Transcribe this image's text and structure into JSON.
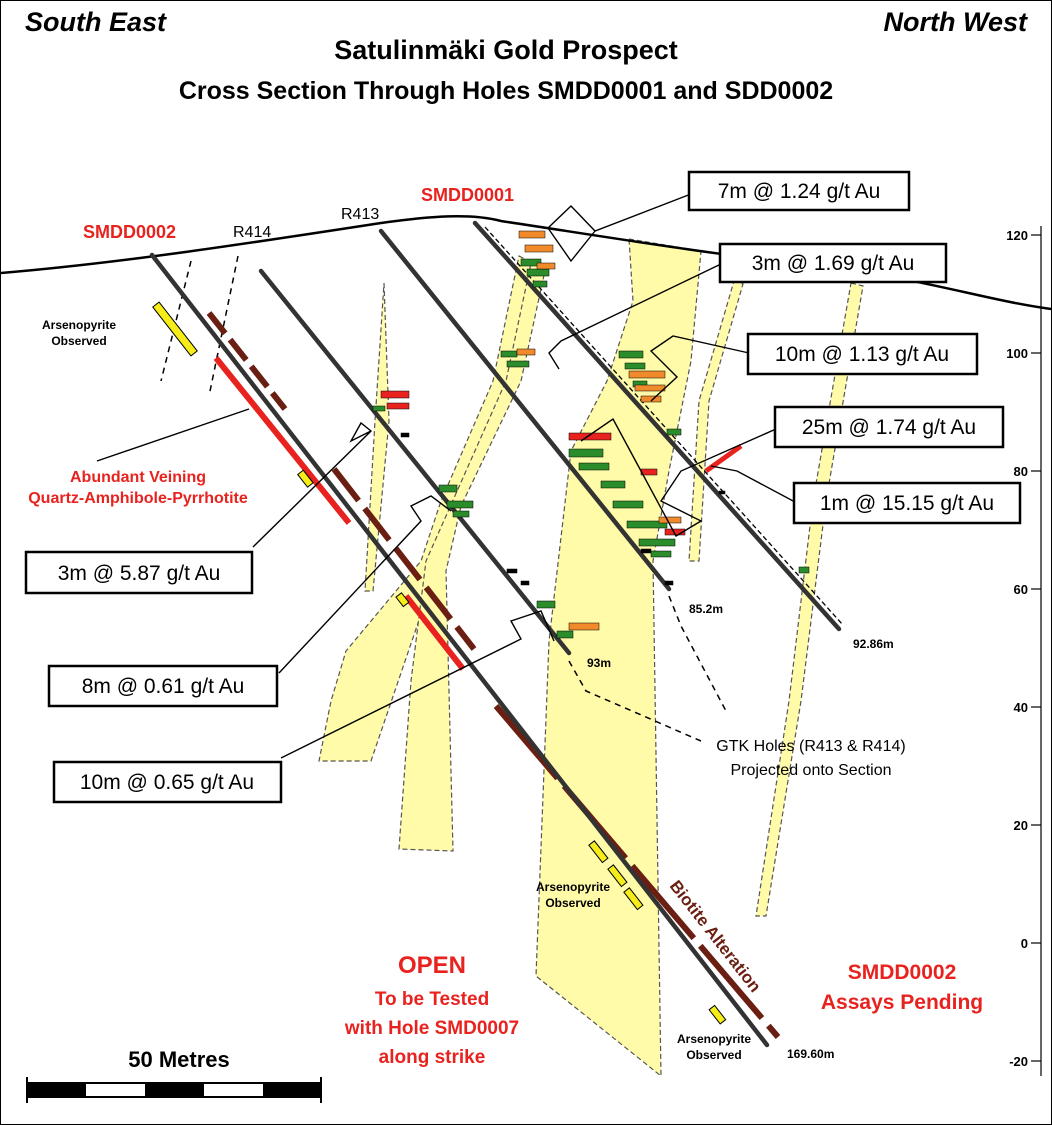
{
  "header": {
    "left": "South East",
    "right": "North West",
    "title": "Satulinmäki Gold Prospect",
    "subtitle": "Cross Section Through Holes SMDD0001 and SDD0002"
  },
  "holes": {
    "smdd0002": "SMDD0002",
    "smdd0001": "SMDD0001",
    "r414": "R414",
    "r413": "R413"
  },
  "depths": {
    "smdd0001_eoh": "85.2m",
    "smdd0001_b_eoh": "92.86m",
    "r413_eoh": "93m",
    "smdd0002_eoh": "169.60m"
  },
  "intercepts": [
    "7m @ 1.24 g/t Au",
    "3m @ 1.69 g/t Au",
    "10m @ 1.13 g/t Au",
    "25m @ 1.74 g/t Au",
    "1m @ 15.15 g/t Au",
    "3m @ 5.87 g/t Au",
    "8m @ 0.61 g/t Au",
    "10m @ 0.65 g/t Au"
  ],
  "annotations": {
    "arsenopyrite": "Arsenopyrite",
    "observed": "Observed",
    "veining_1": "Abundant Veining",
    "veining_2": "Quartz-Amphibole-Pyrrhotite",
    "gtk_1": "GTK Holes (R413 & R414)",
    "gtk_2": "Projected onto Section",
    "biotite": "Biotite Alteration",
    "open": "OPEN",
    "open_2": "To be Tested",
    "open_3": "with Hole SMD0007",
    "open_4": "along strike",
    "pending_1": "SMDD0002",
    "pending_2": "Assays Pending"
  },
  "scale_bar": {
    "label": "50 Metres"
  },
  "elevation_axis": {
    "ticks": [
      "120",
      "100",
      "80",
      "60",
      "40",
      "20",
      "0",
      "-20"
    ]
  },
  "colors": {
    "zone_fill": "#fffba8",
    "hole_line": "#333333",
    "biotite": "#6b1f12",
    "vein_red": "#e8231f",
    "arsenopyrite_yellow": "#f5ec1a",
    "assay_green": "#2a8c2a",
    "assay_orange": "#f08a2a",
    "label_red": "#e8231f"
  }
}
